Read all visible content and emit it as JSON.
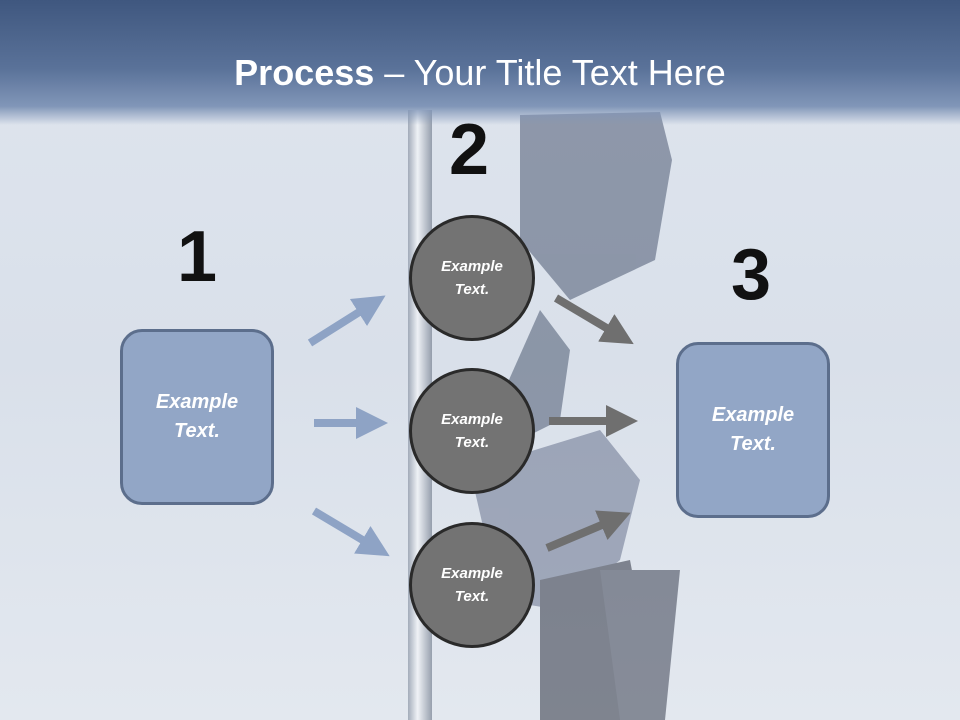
{
  "slide": {
    "title_bold": "Process",
    "title_rest": " – Your Title Text Here",
    "step_numbers": [
      "1",
      "2",
      "3"
    ],
    "left_box": {
      "line1": "Example",
      "line2": "Text."
    },
    "right_box": {
      "line1": "Example",
      "line2": "Text."
    },
    "circles": [
      {
        "line1": "Example",
        "line2": "Text."
      },
      {
        "line1": "Example",
        "line2": "Text."
      },
      {
        "line1": "Example",
        "line2": "Text."
      }
    ]
  },
  "colors": {
    "header": "#4a6288",
    "box_fill": "#92a6c6",
    "circle_fill": "#737373",
    "arrow_blue": "#8ea3c5",
    "arrow_gray": "#6f6f6f"
  }
}
